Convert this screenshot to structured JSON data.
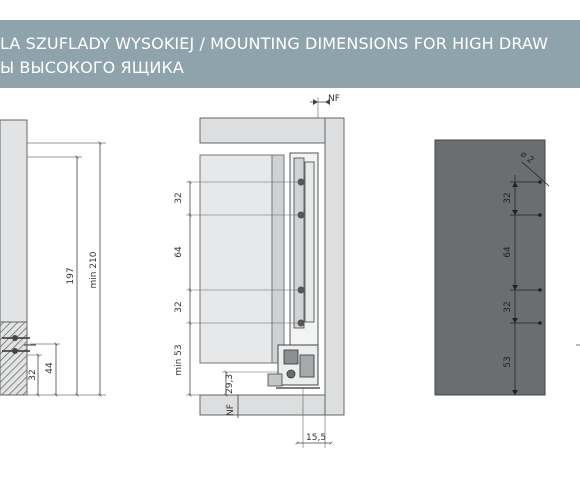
{
  "header": {
    "line1": "LA SZUFLADY WYSOKIEJ / MOUNTING DIMENSIONS FOR HIGH DRAW",
    "line2": "Ы ВЫСОКОГО ЯЩИКА"
  },
  "left_view": {
    "dim_197": "197",
    "dim_min210": "min 210",
    "dim_44": "44",
    "dim_32": "32"
  },
  "middle_view": {
    "dim_nf_top": "NF",
    "dim_32_top": "32",
    "dim_64": "64",
    "dim_32_mid": "32",
    "dim_min53": "min 53",
    "dim_29_3": "29,3",
    "dim_nf_bottom": "NF",
    "dim_15_5": "15,5"
  },
  "right_view": {
    "dim_diam2": "⌀ 2",
    "dim_32_top": "32",
    "dim_64": "64",
    "dim_32_mid": "32",
    "dim_53": "53"
  },
  "colors": {
    "banner": "#8fa3ad",
    "panel_dark": "#6b6e71",
    "panel_light": "#dcdedf",
    "line": "#555555"
  }
}
